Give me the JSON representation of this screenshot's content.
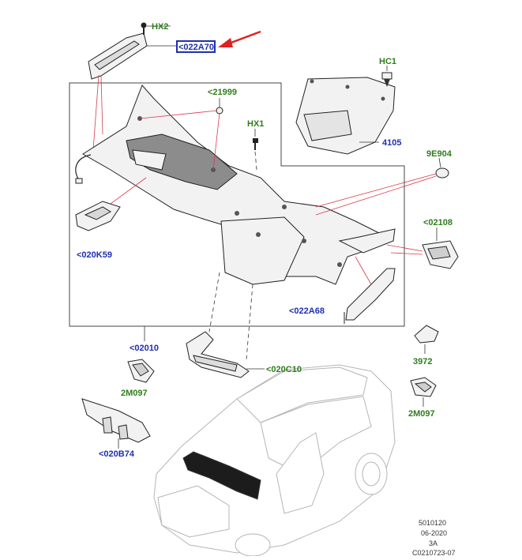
{
  "callouts": {
    "hx2": "HX2",
    "c022a70": "<022A70",
    "hc1": "HC1",
    "c21999": "<21999",
    "hx1": "HX1",
    "n4105": "4105",
    "n9e904": "9E904",
    "c02108": "<02108",
    "c020k59": "<020K59",
    "c022a68": "<022A68",
    "c02010": "<02010",
    "c020c10": "<020C10",
    "n3972": "3972",
    "m097a": "2M097",
    "m097b": "2M097",
    "c020b74": "<020B74"
  },
  "footer": {
    "line1": "5010120",
    "line2": "06-2020",
    "line3": "3A",
    "line4": "C0210723-07"
  },
  "colors": {
    "green_label": "#2e7d1a",
    "blue_label": "#1f2fb0",
    "highlight_box": "#1f2fb0",
    "arrow": "#e02020",
    "leader": "#d9394a"
  }
}
